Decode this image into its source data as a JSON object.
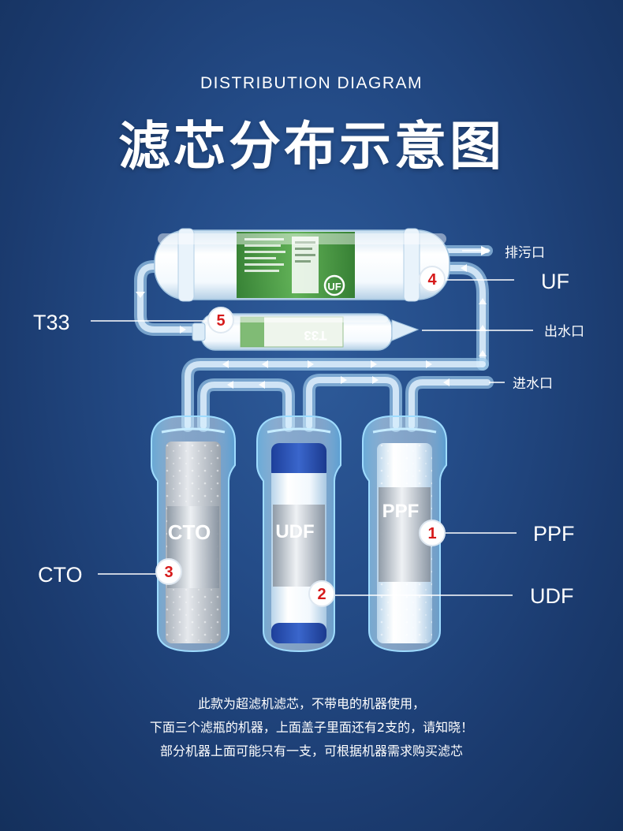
{
  "header": {
    "subtitle": "DISTRIBUTION DIAGRAM",
    "title": "滤芯分布示意图"
  },
  "ports": {
    "drain": "排污口",
    "outlet": "出水口",
    "inlet": "进水口"
  },
  "filters": [
    {
      "number": "1",
      "name": "PPF",
      "cartridge_text": "PPF"
    },
    {
      "number": "2",
      "name": "UDF",
      "cartridge_text": "UDF"
    },
    {
      "number": "3",
      "name": "CTO",
      "cartridge_text": "CTO"
    },
    {
      "number": "4",
      "name": "UF",
      "cartridge_text": "UF"
    },
    {
      "number": "5",
      "name": "T33",
      "cartridge_text": "T33"
    }
  ],
  "notes": [
    "此款为超滤机滤芯，不带电的机器使用，",
    "下面三个滤瓶的机器，上面盖子里面还有2支的，请知晓！",
    "部分机器上面可能只有一支，可根据机器需求购买滤芯"
  ],
  "colors": {
    "background": "#244c88",
    "badge_text": "#d61a1a",
    "uf_label_green": "#3f8f3a",
    "tube": "#cfe6f7",
    "flow_arrow": "#dff2ff"
  }
}
